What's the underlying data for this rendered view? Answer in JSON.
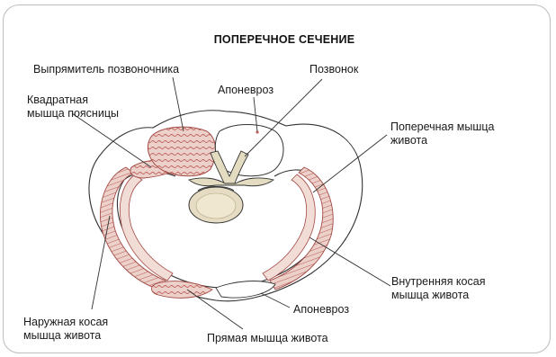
{
  "title": "ПОПЕРЕЧНОЕ СЕЧЕНИЕ",
  "labels": {
    "erector_spinae": "Выпрямитель позвоночника",
    "vertebra": "Позвонок",
    "aponeurosis_top": "Апоневроз",
    "quadratus_lumborum": [
      "Квадратная",
      "мышца поясницы"
    ],
    "transverse_abdominis": [
      "Поперечная мышца",
      "живота"
    ],
    "internal_oblique": [
      "Внутренняя косая",
      "мышца живота"
    ],
    "aponeurosis_bottom": "Апоневроз",
    "external_oblique": [
      "Наружная косая",
      "мышца живота"
    ],
    "rectus_abdominis": "Прямая мышца живота"
  },
  "colors": {
    "muscle_fill": "#e9c6c0",
    "muscle_stroke": "#a24a45",
    "muscle_fiber": "#c0605a",
    "bone_fill": "#e4dcc0",
    "outline": "#333333",
    "leader_line": "#333333"
  }
}
